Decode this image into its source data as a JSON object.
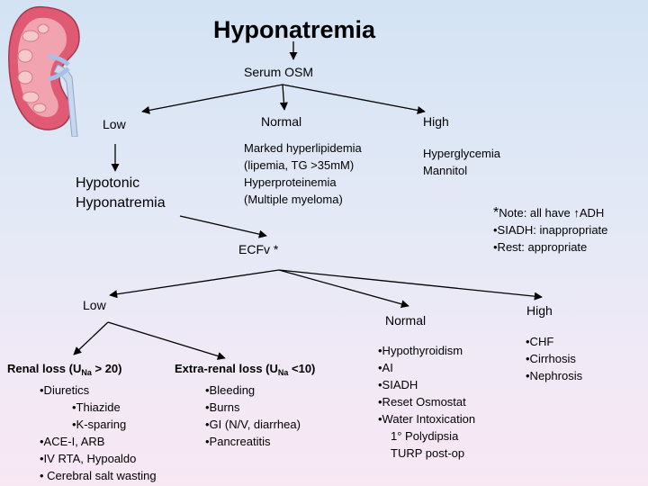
{
  "title": "Hyponatremia",
  "serum_osm": "Serum OSM",
  "level1": {
    "low": "Low",
    "normal": "Normal",
    "high": "High",
    "normal_causes": [
      "Marked hyperlipidemia",
      "(lipemia, TG >35mM)",
      "Hyperproteinemia",
      "(Multiple myeloma)"
    ],
    "high_causes": [
      "Hyperglycemia",
      "Mannitol"
    ]
  },
  "hypotonic": [
    "Hypotonic",
    "Hyponatremia"
  ],
  "ecfv": "ECFv *",
  "note": {
    "line1": "Note: all have ↑ADH",
    "line2": "•SIADH: inappropriate",
    "line3": "•Rest: appropriate"
  },
  "level2": {
    "low": "Low",
    "normal": "Normal",
    "high": "High",
    "normal_causes": [
      "•Hypothyroidism",
      "•AI",
      "•SIADH",
      "•Reset Osmostat",
      "•Water Intoxication",
      "1° Polydipsia",
      "TURP post-op"
    ],
    "high_causes": [
      "•CHF",
      "•Cirrhosis",
      "•Nephrosis"
    ]
  },
  "renal_loss": {
    "header_pre": "Renal loss (U",
    "header_sub": "Na",
    "header_post": " > 20)",
    "items": [
      "•Diuretics",
      "•Thiazide",
      "•K-sparing",
      "•ACE-I, ARB",
      "•IV RTA, Hypoaldo",
      "• Cerebral salt wasting"
    ]
  },
  "extrarenal_loss": {
    "header_pre": "Extra-renal loss (U",
    "header_sub": "Na",
    "header_post": " <10)",
    "items": [
      "•Bleeding",
      "•Burns",
      "•GI (N/V, diarrhea)",
      "•Pancreatitis"
    ]
  },
  "colors": {
    "kidney": "#e05a73",
    "kidney_inner": "#f6c9c9",
    "ureter": "#c9d7ee"
  }
}
